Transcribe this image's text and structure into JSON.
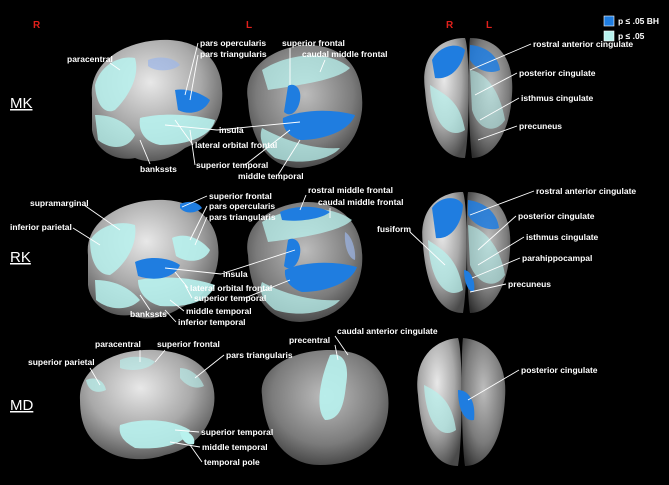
{
  "hemispheres": {
    "right": "R",
    "left": "L"
  },
  "legend": {
    "items": [
      {
        "label": "p ≤ .05 BH",
        "color": "#1f7de0"
      },
      {
        "label": "p ≤ .05",
        "color": "#b8f2ee"
      }
    ]
  },
  "rows": [
    {
      "name": "MK",
      "lateral_labels": [
        "paracentral",
        "pars opercularis",
        "pars triangularis",
        "insula",
        "lateral orbital frontal",
        "bankssts",
        "superior temporal",
        "middle temporal",
        "superior frontal",
        "caudal middle frontal"
      ],
      "medial_labels": [
        "rostral anterior cingulate",
        "posterior  cingulate",
        "isthmus cingulate",
        "precuneus"
      ]
    },
    {
      "name": "RK",
      "lateral_labels": [
        "supramarginal",
        "inferior parietal",
        "superior frontal",
        "pars opercularis",
        "pars triangularis",
        "insula",
        "lateral orbital frontal",
        "superior temporal",
        "middle temporal",
        "bankssts",
        "inferior temporal",
        "rostral middle frontal",
        "caudal middle frontal"
      ],
      "medial_labels": [
        "rostral anterior cingulate",
        "fusiform",
        "posterior  cingulate",
        "isthmus cingulate",
        "parahippocampal",
        "precuneus"
      ]
    },
    {
      "name": "MD",
      "lateral_labels": [
        "paracentral",
        "superior frontal",
        "superior parietal",
        "pars triangularis",
        "superior temporal",
        "middle temporal",
        "temporal pole",
        "precentral",
        "caudal anterior cingulate"
      ],
      "medial_labels": [
        "posterior  cingulate"
      ]
    }
  ],
  "colors": {
    "hemisphere_label": "#e0201b",
    "text": "#ffffff",
    "background": "#000000",
    "brain": "#9a9a9a"
  }
}
